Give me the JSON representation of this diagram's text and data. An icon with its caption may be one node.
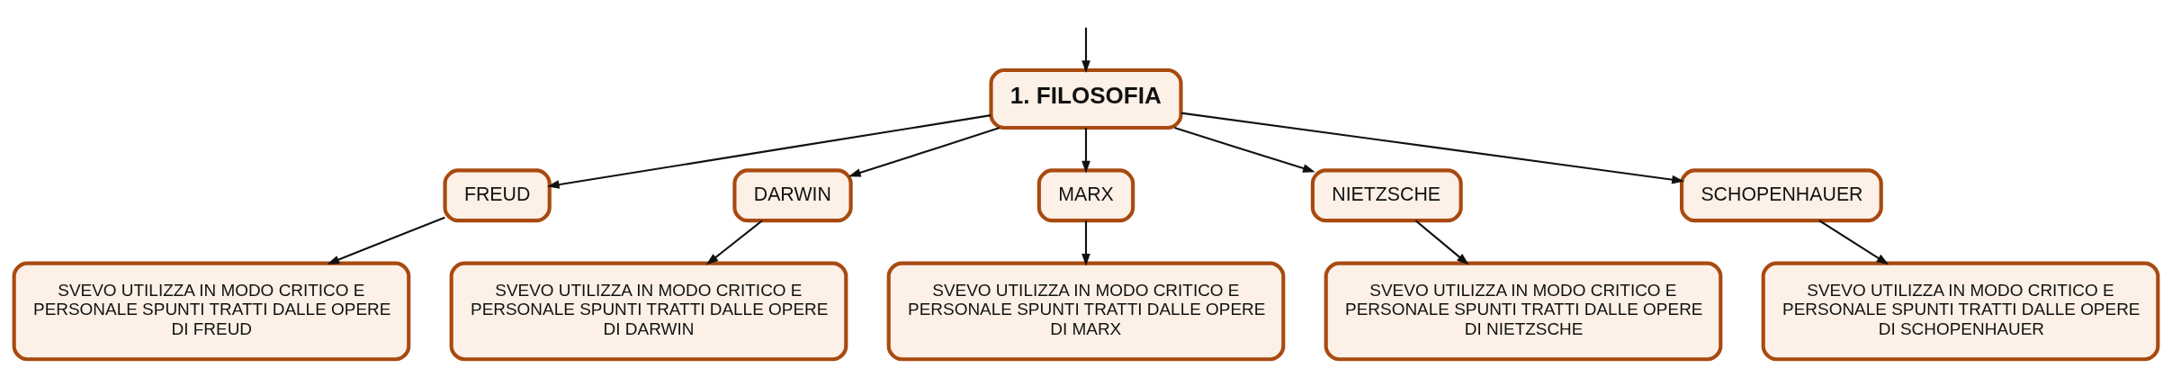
{
  "diagram": {
    "nodes": [
      {
        "text": [
          "1. FILOSOFIA"
        ]
      },
      {
        "text": [
          "FREUD"
        ]
      },
      {
        "text": [
          "DARWIN"
        ]
      },
      {
        "text": [
          "MARX"
        ]
      },
      {
        "text": [
          "NIETZSCHE"
        ]
      },
      {
        "text": [
          "SCHOPENHAUER"
        ]
      },
      {
        "text": [
          "SVEVO UTILIZZA IN MODO CRITICO E PERSONALE SPUNTI TRATTI DALLE OPERE DI FREUD"
        ]
      },
      {
        "text": [
          "SVEVO UTILIZZA IN MODO CRITICO E PERSONALE SPUNTI TRATTI DALLE OPERE DI DARWIN"
        ]
      },
      {
        "text": [
          "SVEVO UTILIZZA IN MODO CRITICO E PERSONALE SPUNTI TRATTI DALLE OPERE DI MARX"
        ]
      },
      {
        "text": [
          "SVEVO UTILIZZA IN MODO CRITICO E PERSONALE SPUNTI TRATTI DALLE OPERE DI NIETZSCHE"
        ]
      },
      {
        "text": [
          "SVEVO UTILIZZA IN MODO CRITICO E PERSONALE SPUNTI TRATTI DALLE OPERE DI SCHOPENHAUER"
        ]
      }
    ],
    "edges": [
      {
        "from": null,
        "to": 0,
        "arrow": "to"
      },
      {
        "from": 0,
        "to": 1,
        "arrow": "to"
      },
      {
        "from": 0,
        "to": 2,
        "arrow": "to"
      },
      {
        "from": 0,
        "to": 3,
        "arrow": "to"
      },
      {
        "from": 0,
        "to": 4,
        "arrow": "to"
      },
      {
        "from": 0,
        "to": 5,
        "arrow": "to"
      },
      {
        "from": 1,
        "to": 6,
        "arrow": "to"
      },
      {
        "from": 2,
        "to": 7,
        "arrow": "to"
      },
      {
        "from": 3,
        "to": 8,
        "arrow": "to"
      },
      {
        "from": 4,
        "to": 9,
        "arrow": "to"
      },
      {
        "from": 5,
        "to": 10,
        "arrow": "to"
      }
    ]
  }
}
